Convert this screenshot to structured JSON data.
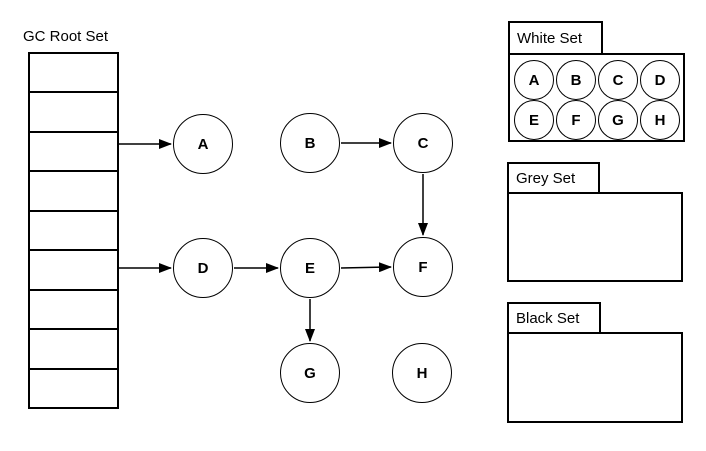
{
  "root_set": {
    "label": "GC Root Set",
    "slot_count": 9,
    "referencing_slots": [
      3,
      6
    ]
  },
  "graph": {
    "nodes": [
      {
        "id": "A",
        "label": "A"
      },
      {
        "id": "B",
        "label": "B"
      },
      {
        "id": "C",
        "label": "C"
      },
      {
        "id": "D",
        "label": "D"
      },
      {
        "id": "E",
        "label": "E"
      },
      {
        "id": "F",
        "label": "F"
      },
      {
        "id": "G",
        "label": "G"
      },
      {
        "id": "H",
        "label": "H"
      }
    ],
    "edges": [
      {
        "from": "GC Root Set",
        "to": "A"
      },
      {
        "from": "GC Root Set",
        "to": "D"
      },
      {
        "from": "B",
        "to": "C"
      },
      {
        "from": "C",
        "to": "F"
      },
      {
        "from": "D",
        "to": "E"
      },
      {
        "from": "E",
        "to": "F"
      },
      {
        "from": "E",
        "to": "G"
      }
    ]
  },
  "sets": {
    "white": {
      "label": "White Set",
      "members": [
        "A",
        "B",
        "C",
        "D",
        "E",
        "F",
        "G",
        "H"
      ]
    },
    "grey": {
      "label": "Grey Set",
      "members": []
    },
    "black": {
      "label": "Black Set",
      "members": []
    }
  },
  "colors": {
    "stroke": "#000000",
    "fill": "#ffffff",
    "text": "#000000"
  }
}
